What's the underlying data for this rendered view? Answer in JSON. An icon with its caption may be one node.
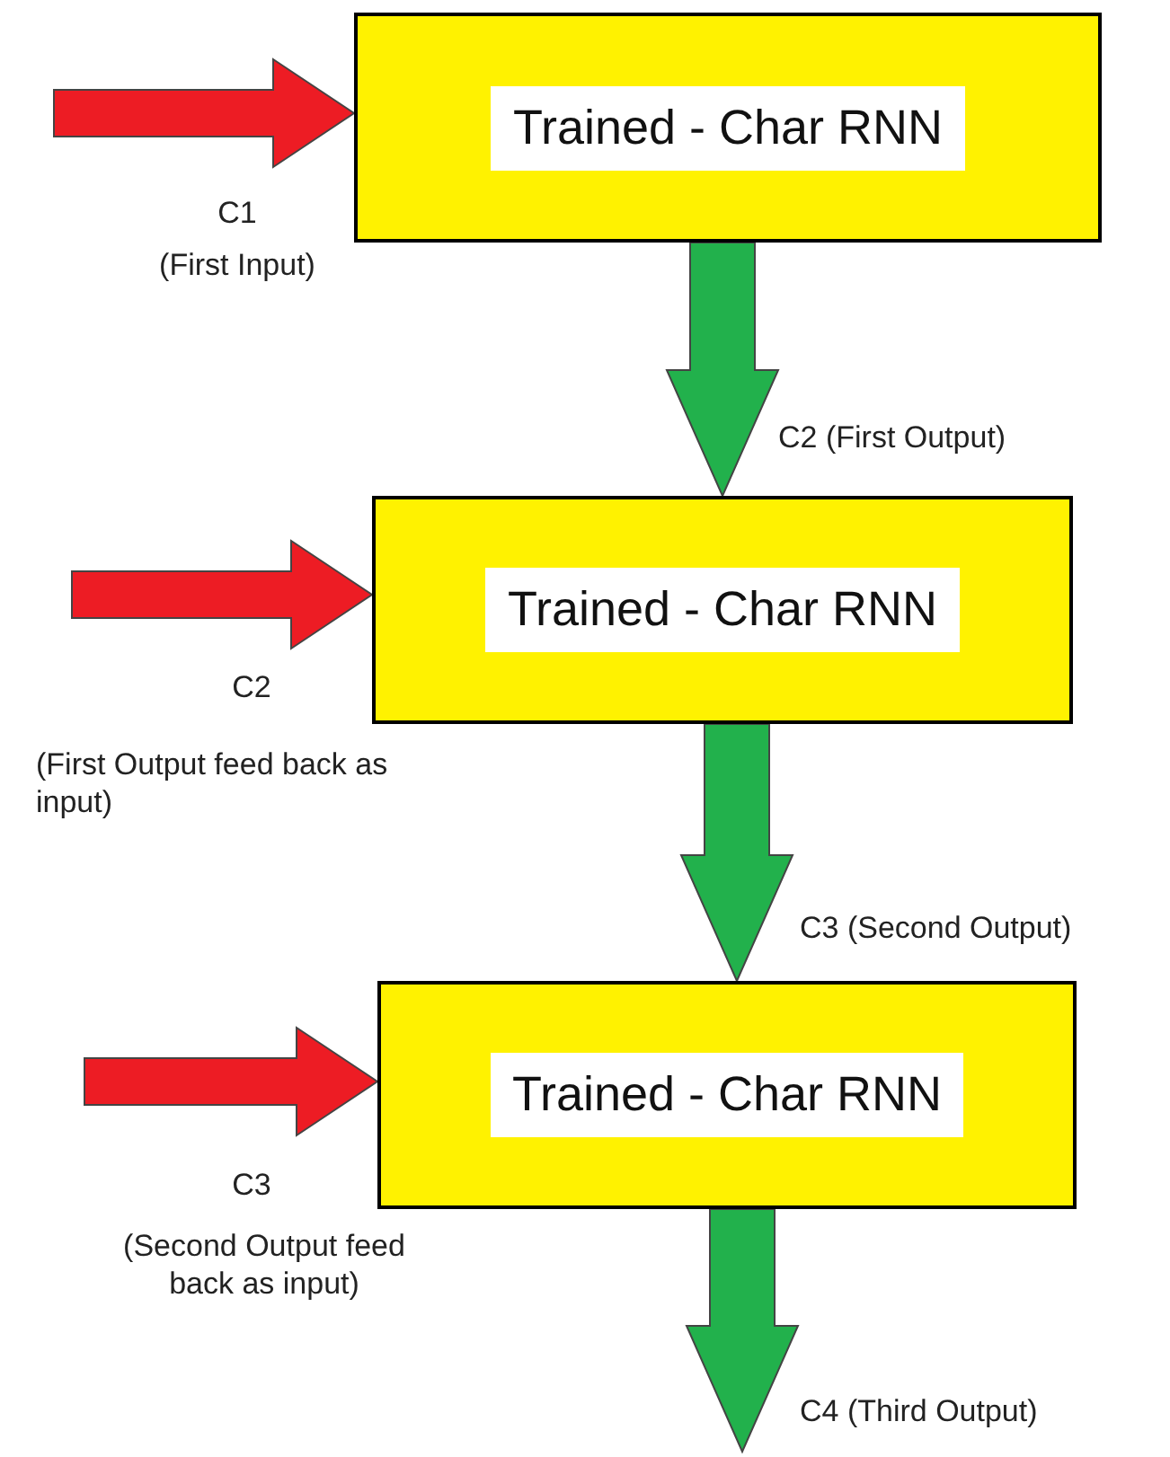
{
  "diagram": {
    "nodes": [
      {
        "text": [
          "Trained - Char RNN"
        ]
      },
      {
        "text": [
          "Trained - Char RNN"
        ]
      },
      {
        "text": [
          "Trained - Char RNN"
        ]
      }
    ],
    "edges": [
      {
        "from": null,
        "to": 0,
        "arrow": "to",
        "label": "C1",
        "color": "#ed1c24"
      },
      {
        "from": 0,
        "to": 1,
        "arrow": "to",
        "label": "C2 (First Output)"
      },
      {
        "from": null,
        "to": 1,
        "arrow": "to",
        "label": "C2",
        "color": "#ed1c24"
      },
      {
        "from": 1,
        "to": 2,
        "arrow": "to",
        "label": "C3 (Second Output)"
      },
      {
        "from": null,
        "to": 2,
        "arrow": "to",
        "label": "C3",
        "color": "#ed1c24"
      },
      {
        "from": 2,
        "to": null,
        "arrow": "to",
        "label": "C4 (Third Output)"
      }
    ],
    "labels": [
      "(First Input)",
      "(First Output feed back as input)",
      "(Second Output feed back as input)"
    ]
  }
}
